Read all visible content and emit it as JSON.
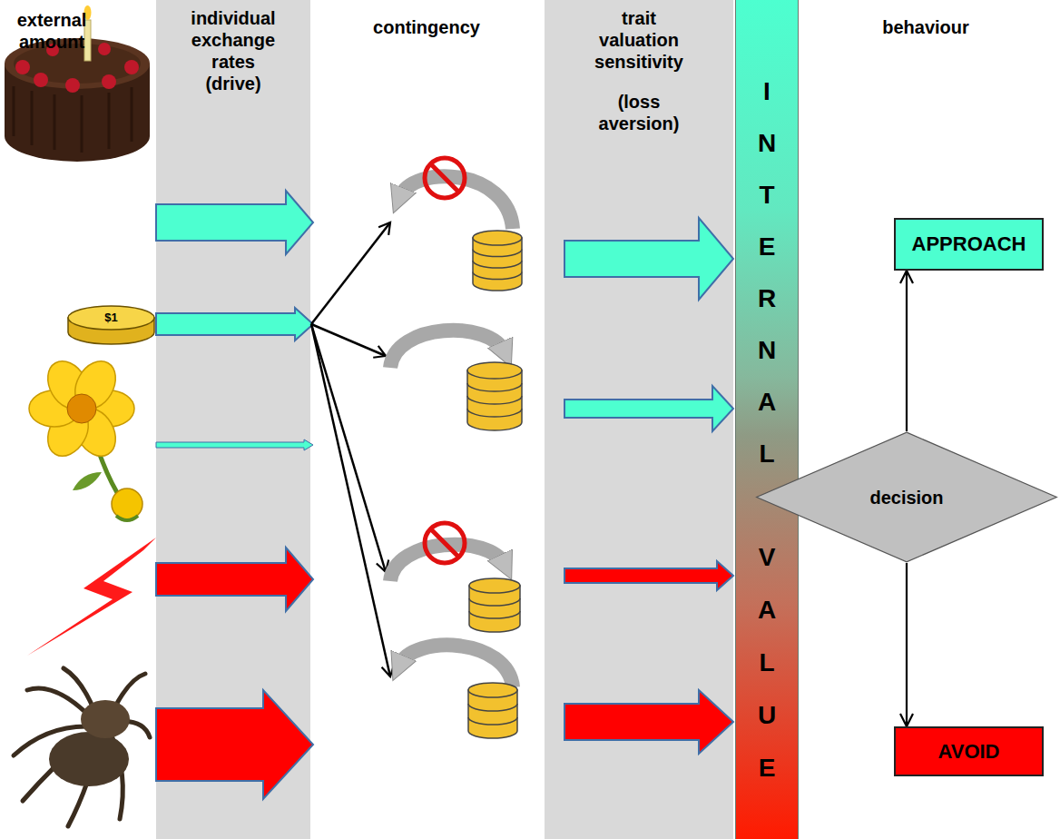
{
  "diagram": {
    "nodes": [
      {
        "text": [
          "individual exchange rates (drive)"
        ]
      },
      {
        "text": [
          "trait valuation sensitivity",
          "(loss aversion)"
        ]
      },
      {
        "text": [
          "INTERNAL",
          "VALUE"
        ]
      },
      {
        "text": [
          "APPROACH"
        ]
      },
      {
        "text": [
          "decision"
        ]
      },
      {
        "text": [
          "AVOID"
        ]
      }
    ],
    "edges": [
      {
        "from": 4,
        "to": 3,
        "arrow": "to"
      },
      {
        "from": 4,
        "to": 5,
        "arrow": "to"
      }
    ],
    "labels": [
      "external amount",
      "$1",
      "contingency",
      "behaviour"
    ]
  }
}
